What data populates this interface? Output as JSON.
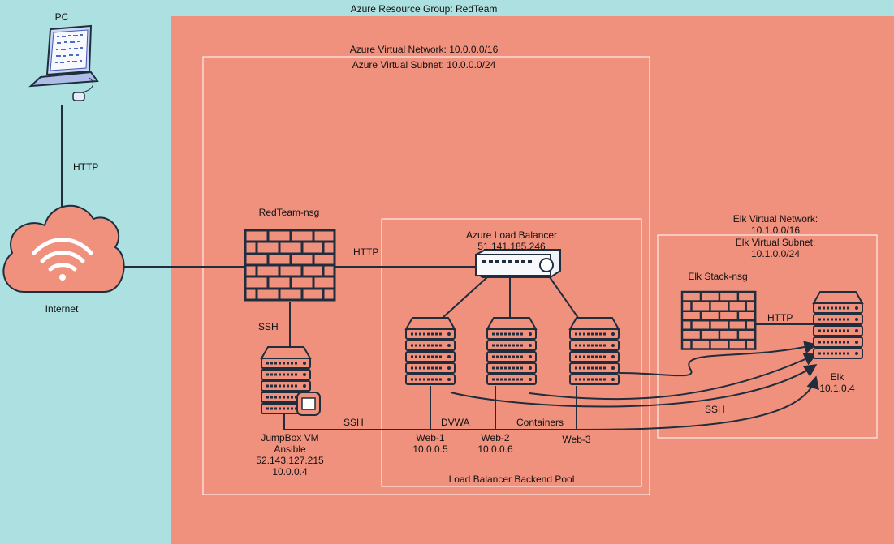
{
  "resource_group": {
    "title": "Azure Resource Group: RedTeam"
  },
  "vnet": {
    "title": "Azure Virtual Network: 10.0.0.0/16",
    "subnet": "Azure Virtual Subnet: 10.0.0.0/24"
  },
  "pc": {
    "label": "PC"
  },
  "internet": {
    "label": "Internet"
  },
  "links": {
    "pc_internet": "HTTP",
    "nsg_lb": "HTTP",
    "nsg_jump": "SSH",
    "jump_web": "SSH",
    "elk_nsg_elk": "HTTP",
    "jump_elk": "SSH"
  },
  "nsg": {
    "label": "RedTeam-nsg"
  },
  "load_balancer": {
    "label": "Azure Load Balancer",
    "ip": "51.141.185.246"
  },
  "backend_pool": {
    "label": "Load Balancer Backend Pool"
  },
  "jumpbox": {
    "name": "JumpBox VM",
    "role": "Ansible",
    "public_ip": "52.143.127.215",
    "private_ip": "10.0.0.4"
  },
  "web1": {
    "name": "Web-1",
    "ip": "10.0.0.5"
  },
  "web2": {
    "name": "Web-2",
    "ip": "10.0.0.6"
  },
  "web3": {
    "name": "Web-3"
  },
  "bus": {
    "dvwa": "DVWA",
    "containers": "Containers"
  },
  "elk_vnet": {
    "title": "Elk Virtual Network:",
    "cidr": "10.1.0.0/16",
    "subnet_title": "Elk Virtual Subnet:",
    "subnet_cidr": "10.1.0.0/24"
  },
  "elk_nsg": {
    "label": "Elk Stack-nsg"
  },
  "elk": {
    "name": "Elk",
    "ip": "10.1.0.4"
  },
  "colors": {
    "background": "#ade0e0",
    "resource_group": "#f0917e",
    "cloud": "#f0917e",
    "line": "#1f2d3d"
  }
}
